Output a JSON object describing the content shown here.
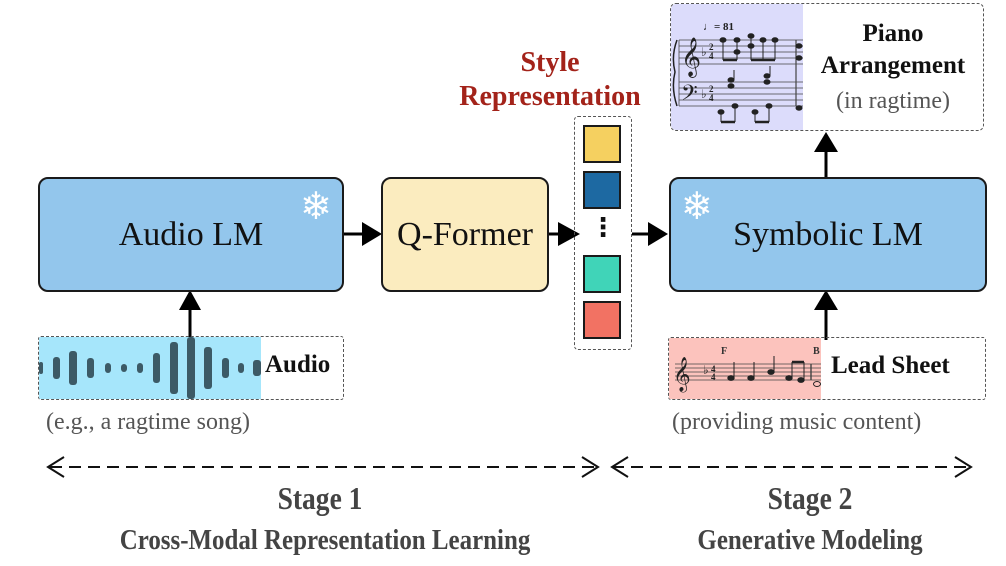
{
  "modules": {
    "audio_lm": {
      "label": "Audio LM",
      "frozen": true,
      "icon": "snowflake-icon"
    },
    "q_former": {
      "label": "Q-Former"
    },
    "symbolic_lm": {
      "label": "Symbolic LM",
      "frozen": true,
      "icon": "snowflake-icon"
    }
  },
  "style_representation": {
    "title_line1": "Style",
    "title_line2": "Representation",
    "title_color": "#a3231a",
    "tokens": [
      {
        "color": "#f5d060"
      },
      {
        "color": "#1d69a2"
      },
      {
        "color": "#40d4b8"
      },
      {
        "color": "#f27263"
      }
    ],
    "ellipsis": "⋮"
  },
  "audio_input": {
    "label": "Audio",
    "caption": "(e.g., a ragtime song)",
    "bg_color": "#a6e6fb"
  },
  "lead_sheet": {
    "label": "Lead Sheet",
    "caption": "(providing music content)",
    "chord_1": "F",
    "chord_2": "B",
    "bg_color": "#fcc3bd"
  },
  "piano_output": {
    "label_line1": "Piano",
    "label_line2": "Arrangement",
    "caption": "(in ragtime)",
    "tempo": "♩= 81",
    "bg_color": "#dcdcfb"
  },
  "stages": [
    {
      "title": "Stage 1",
      "subtitle": "Cross-Modal Representation Learning"
    },
    {
      "title": "Stage 2",
      "subtitle": "Generative Modeling"
    }
  ],
  "icons": {
    "snowflake": "❄"
  }
}
